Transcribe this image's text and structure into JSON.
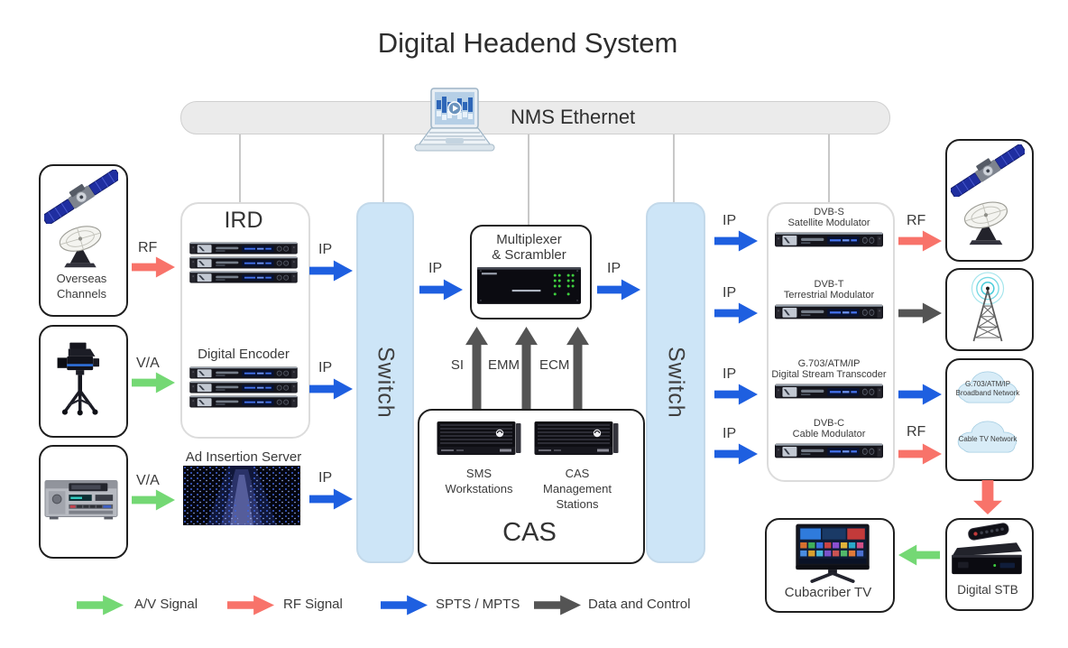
{
  "title": "Digital Headend System",
  "nms": {
    "label": "NMS Ethernet"
  },
  "colors": {
    "av_green": "#74d874",
    "rf_red": "#f8736a",
    "ip_blue": "#1e5fe0",
    "data_gray": "#545454",
    "switch_fill": "#cde5f7",
    "nms_fill": "#ebebeb"
  },
  "left_column": {
    "overseas_label": "Overseas Channels"
  },
  "ird": {
    "title": "IRD",
    "encoder_title": "Digital Encoder",
    "ad_server_title": "Ad Insertion Server"
  },
  "switches": {
    "left": "Switch",
    "right": "Switch"
  },
  "mux": {
    "line1": "Multiplexer",
    "line2": "& Scrambler"
  },
  "cas": {
    "title": "CAS",
    "sms_label": "SMS Workstations",
    "mgmt_label": "CAS Management Stations",
    "signals": [
      "SI",
      "EMM",
      "ECM"
    ]
  },
  "modulators": {
    "dvbs": {
      "line1": "DVB-S",
      "line2": "Satellite Modulator"
    },
    "dvbt": {
      "line1": "DVB-T",
      "line2": "Terrestrial Modulator"
    },
    "g703": {
      "line1": "G.703/ATM/IP",
      "line2": "Digital Stream Transcoder"
    },
    "dvbc": {
      "line1": "DVB-C",
      "line2": "Cable Modulator"
    }
  },
  "networks": {
    "broadband_line1": "G.703/ATM/IP",
    "broadband_line2": "Broadband Network",
    "cable": "Cable TV Network"
  },
  "subscriber": {
    "stb_label": "Digital STB",
    "tv_label": "Cubacriber TV"
  },
  "signal_labels": {
    "rf": "RF",
    "va": "V/A",
    "ip": "IP"
  },
  "legend": [
    {
      "label": "A/V Signal",
      "color": "#74d874"
    },
    {
      "label": "RF Signal",
      "color": "#f8736a"
    },
    {
      "label": "SPTS / MPTS",
      "color": "#1e5fe0"
    },
    {
      "label": "Data and Control",
      "color": "#545454"
    }
  ]
}
